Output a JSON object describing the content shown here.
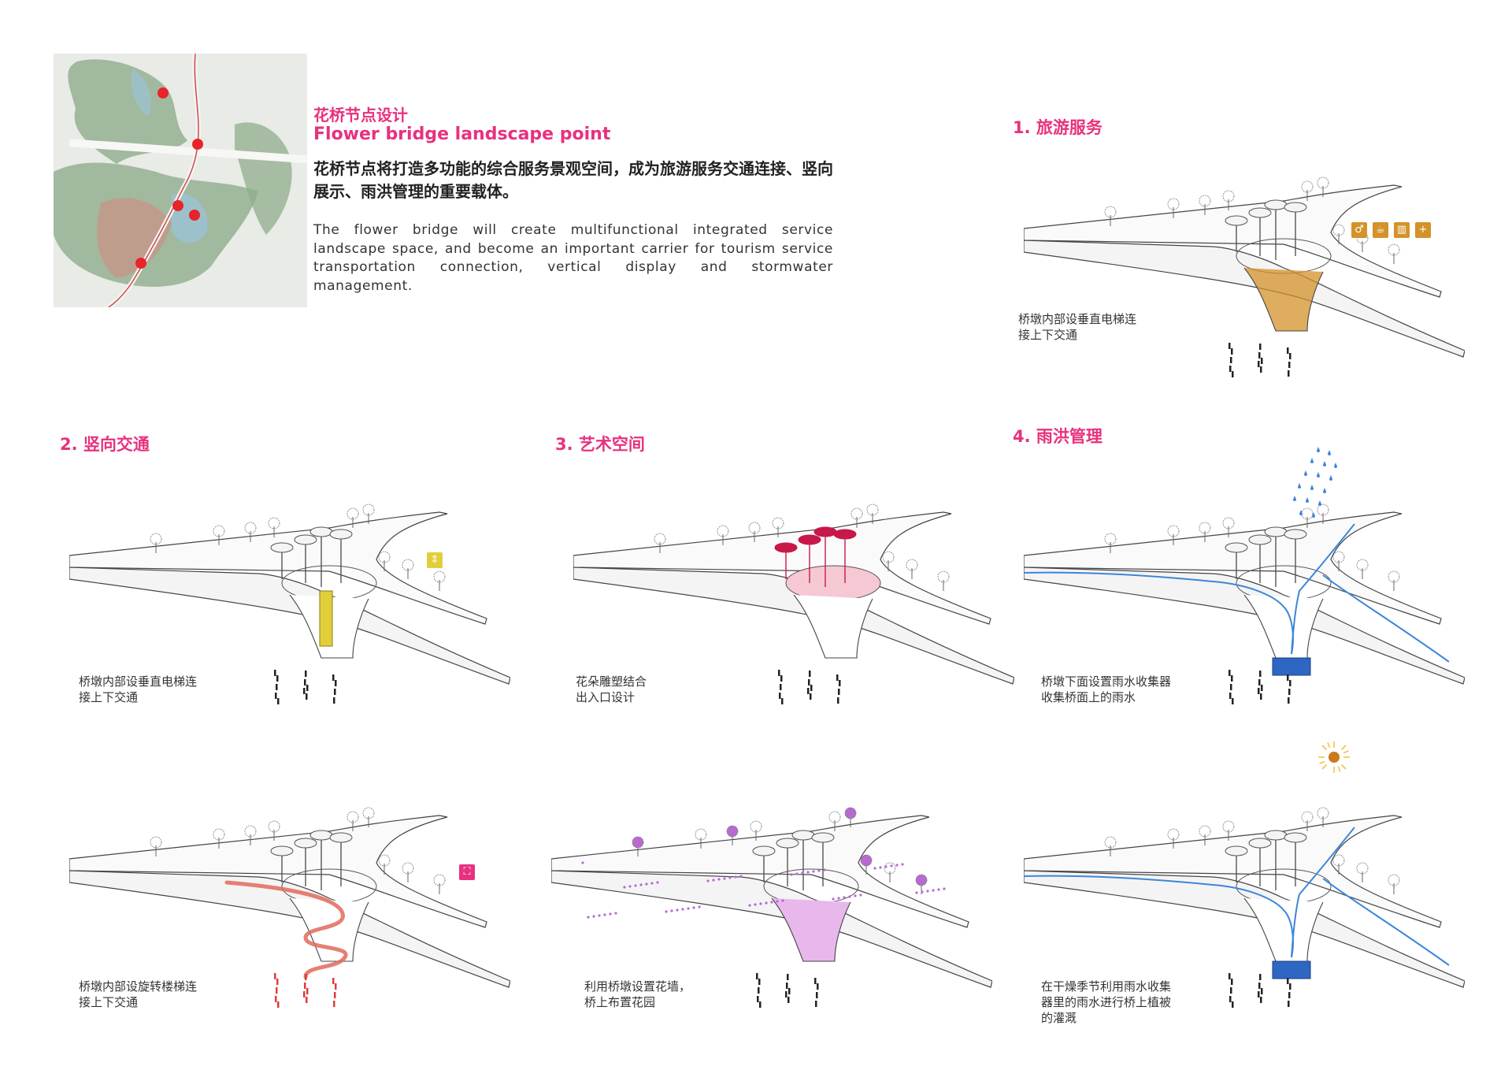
{
  "header": {
    "title_cn": "花桥节点设计",
    "title_en": "Flower bridge landscape point",
    "intro_cn": "花桥节点将打造多功能的综合服务景观空间，成为旅游服务交通连接、竖向展示、雨洪管理的重要载体。",
    "intro_en": "The flower bridge will create multifunctional integrated service landscape space, and become an important carrier for tourism service transportation connection, vertical display and stormwater management."
  },
  "site_map": {
    "marker_count": 5,
    "marker_color": "#e8232a"
  },
  "sections": {
    "s1": {
      "title": "1. 旅游服务"
    },
    "s2": {
      "title": "2. 竖向交通"
    },
    "s3": {
      "title": "3. 艺术空间"
    },
    "s4": {
      "title": "4. 雨洪管理"
    }
  },
  "captions": {
    "tourism": "桥墩内部设垂直电梯连\n接上下交通",
    "elevator": "桥墩内部设垂直电梯连\n接上下交通",
    "art": "花朵雕塑结合\n出入口设计",
    "rain_collect": "桥墩下面设置雨水收集器\n收集桥面上的雨水",
    "spiral": "桥墩内部设旋转楼梯连\n接上下交通",
    "flower_wall": "利用桥墩设置花墙，\n桥上布置花园",
    "irrigation": "在干燥季节利用雨水收集\n器里的雨水进行桥上植被\n的灌溉"
  },
  "icons": {
    "service": [
      "toilet-icon",
      "cafe-icon",
      "shop-icon",
      "first-aid-icon"
    ],
    "elevator": "elevator-icon",
    "stairs": "stairs-icon",
    "sun": "sun-icon",
    "rain": "rain-icon"
  },
  "colors": {
    "accent": "#e8317e",
    "service": "#d4922a",
    "elevator": "#e0cf3a",
    "art": "#c8184a",
    "flower": "#b86ad0",
    "water": "#3d86d8",
    "tank": "#2e66c4",
    "stairs": "#e06a5a",
    "sun": "#c97a1a"
  }
}
